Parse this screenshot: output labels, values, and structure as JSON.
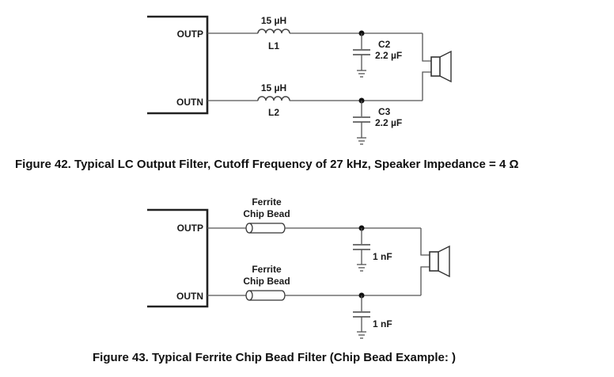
{
  "figure42": {
    "caption": "Figure 42.  Typical LC Output Filter, Cutoff Frequency of 27 kHz, Speaker Impedance = 4 Ω",
    "pins": {
      "top": "OUTP",
      "bottom": "OUTN"
    },
    "inductors": [
      {
        "value": "15 µH",
        "ref": "L1"
      },
      {
        "value": "15 µH",
        "ref": "L2"
      }
    ],
    "capacitors": [
      {
        "ref": "C2",
        "value": "2.2 µF"
      },
      {
        "ref": "C3",
        "value": "2.2 µF"
      }
    ],
    "load": "speaker-icon"
  },
  "figure43": {
    "caption": "Figure 43.  Typical Ferrite Chip Bead Filter (Chip Bead Example: )",
    "pins": {
      "top": "OUTP",
      "bottom": "OUTN"
    },
    "beads": [
      {
        "line1": "Ferrite",
        "line2": "Chip Bead"
      },
      {
        "line1": "Ferrite",
        "line2": "Chip Bead"
      }
    ],
    "capacitors": [
      {
        "value": "1 nF"
      },
      {
        "value": "1 nF"
      }
    ],
    "load": "speaker-icon"
  }
}
